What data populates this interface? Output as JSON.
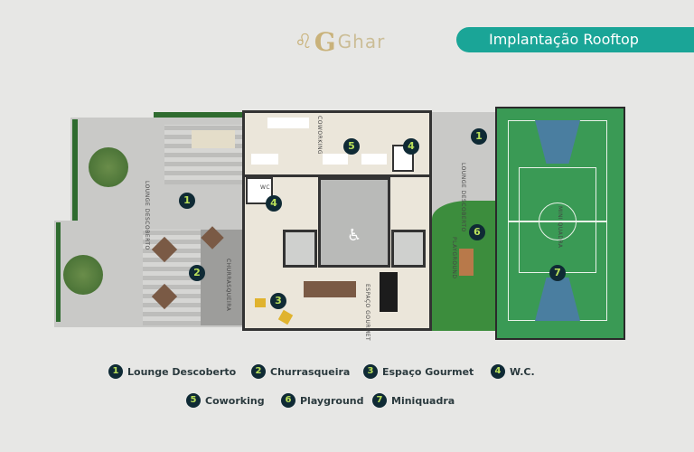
{
  "header": {
    "brand": "Ghar",
    "title": "Implantação Rooftop",
    "accent_color": "#1aa597"
  },
  "plan": {
    "labels": {
      "lounge_left": "LOUNGE DESCOBERTO",
      "churrasqueira": "CHURRASQUEIRA",
      "coworking": "COWORKING",
      "wc": "WC",
      "gourmet": "ESPAÇO GOURMET",
      "lounge_right": "LOUNGE DESCOBERTO",
      "playground": "PLAYGROUND",
      "court": "MINI QUADRA"
    },
    "markers": [
      "1",
      "2",
      "3",
      "4",
      "4",
      "5",
      "1",
      "6",
      "7"
    ],
    "icons": [
      "accessibility-icon"
    ]
  },
  "legend": [
    {
      "num": "1",
      "label": "Lounge Descoberto"
    },
    {
      "num": "2",
      "label": "Churrasqueira"
    },
    {
      "num": "3",
      "label": "Espaço Gourmet"
    },
    {
      "num": "4",
      "label": "W.C."
    },
    {
      "num": "5",
      "label": "Coworking"
    },
    {
      "num": "6",
      "label": "Playground"
    },
    {
      "num": "7",
      "label": "Miniquadra"
    }
  ]
}
